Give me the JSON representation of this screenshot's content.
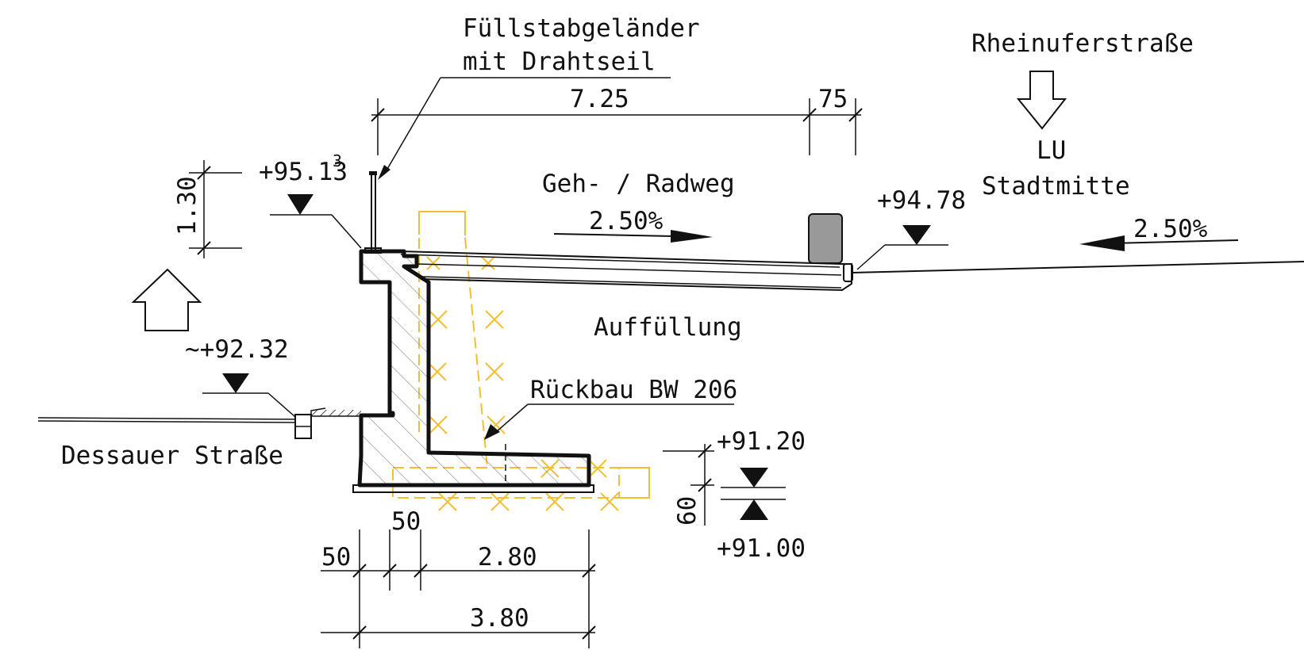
{
  "labels": {
    "railing_line1": "Füllstabgeländer",
    "railing_line2": "mit Drahtseil",
    "street_right": "Rheinuferstraße",
    "dir_right_line1": "LU",
    "dir_right_line2": "Stadtmitte",
    "path": "Geh- / Radweg",
    "fill": "Auffüllung",
    "demolition": "Rückbau BW 206",
    "street_left": "Dessauer Straße"
  },
  "elevations": {
    "top_wall": "+95.13",
    "top_wall_sup": "3",
    "road_right": "+94.78",
    "road_left": "~+92.32",
    "found_top": "+91.20",
    "found_bottom": "+91.00"
  },
  "slopes": {
    "path": "2.50%",
    "road": "2.50%"
  },
  "dimensions": {
    "path_width": "7.25",
    "curb_width": "75",
    "railing_height": "1.30",
    "found_height": "60",
    "wall_left": "50",
    "wall_stem": "50",
    "heel": "2.80",
    "total": "3.80"
  },
  "colors": {
    "line": "#111111",
    "ghost": "#f0c030",
    "curb_block": "#999999",
    "hatch": "#888888"
  }
}
